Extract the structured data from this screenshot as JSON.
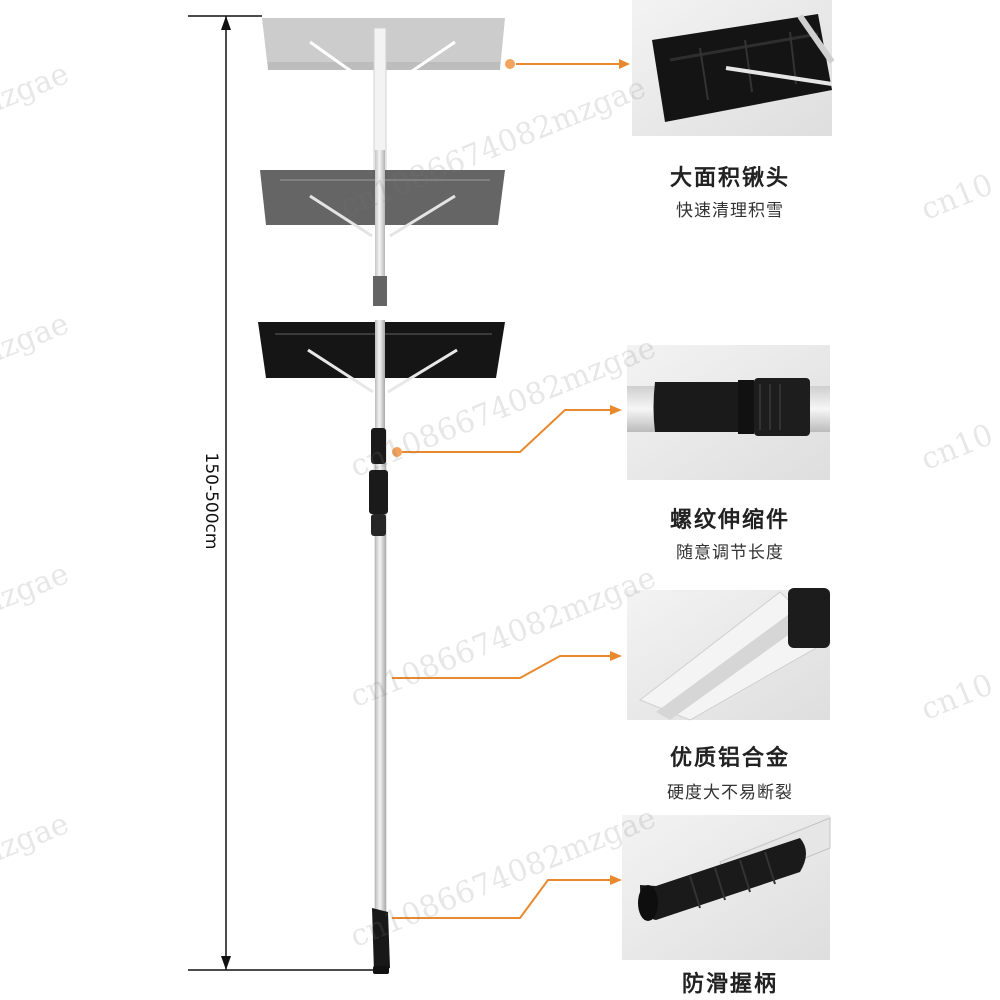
{
  "dimension": {
    "label": "150-500cm"
  },
  "features": [
    {
      "title": "大面积锹头",
      "subtitle": "快速清理积雪"
    },
    {
      "title": "螺纹伸缩件",
      "subtitle": "随意调节长度"
    },
    {
      "title": "优质铝合金",
      "subtitle": "硬度大不易断裂"
    },
    {
      "title": "防滑握柄",
      "subtitle": ""
    }
  ],
  "watermark": {
    "text": "cn1086674082mzgae",
    "fragments": [
      "izgae",
      "cn10",
      "mzgae",
      "zgae"
    ]
  },
  "colors": {
    "callout": "#e8892e",
    "blade_light": "#b5b5b5",
    "blade_mid": "#4a4a4a",
    "blade_dark": "#1c1c1c",
    "pole": "#d8d8d8"
  }
}
